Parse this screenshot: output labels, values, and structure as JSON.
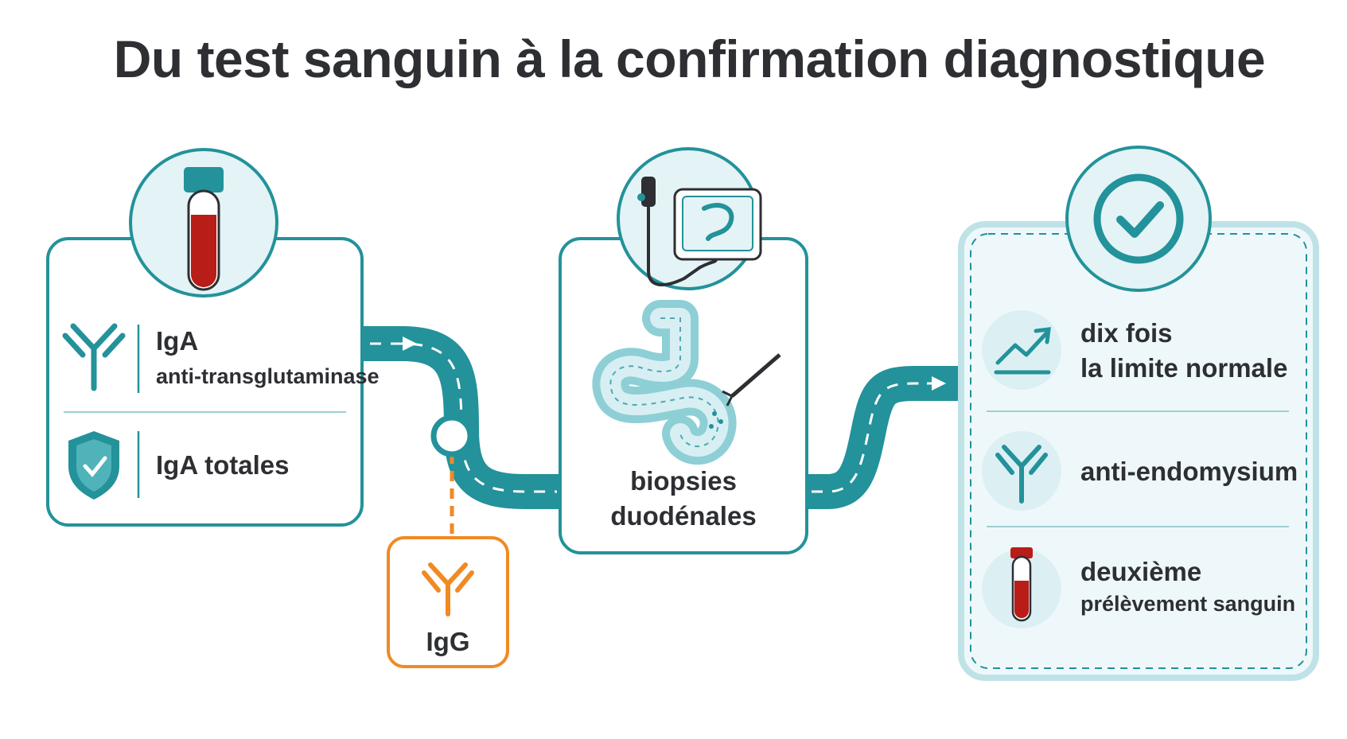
{
  "title": "Du test sanguin à la confirmation diagnostique",
  "colors": {
    "teal": "#23929a",
    "teal_light": "#e4f3f6",
    "orange": "#f08a24",
    "blood": "#b81d18",
    "text": "#2d2f33"
  },
  "step1": {
    "row1_line1": "IgA",
    "row1_line2": "anti-transglutaminase",
    "row2": "IgA totales",
    "icons": [
      "blood-tube-icon",
      "antibody-icon",
      "shield-check-icon"
    ]
  },
  "branch": {
    "label": "IgG",
    "icon": "antibody-icon"
  },
  "step2": {
    "line1": "biopsies",
    "line2": "duodénales",
    "icons": [
      "endoscope-monitor-icon",
      "duodenum-biopsy-icon"
    ]
  },
  "step3": {
    "row1_line1": "dix fois",
    "row1_line2": "la limite normale",
    "row2": "anti-endomysium",
    "row3_line1": "deuxième",
    "row3_line2": "prélèvement sanguin",
    "icons": [
      "check-circle-icon",
      "trend-up-icon",
      "antibody-icon",
      "blood-tube-icon"
    ]
  }
}
